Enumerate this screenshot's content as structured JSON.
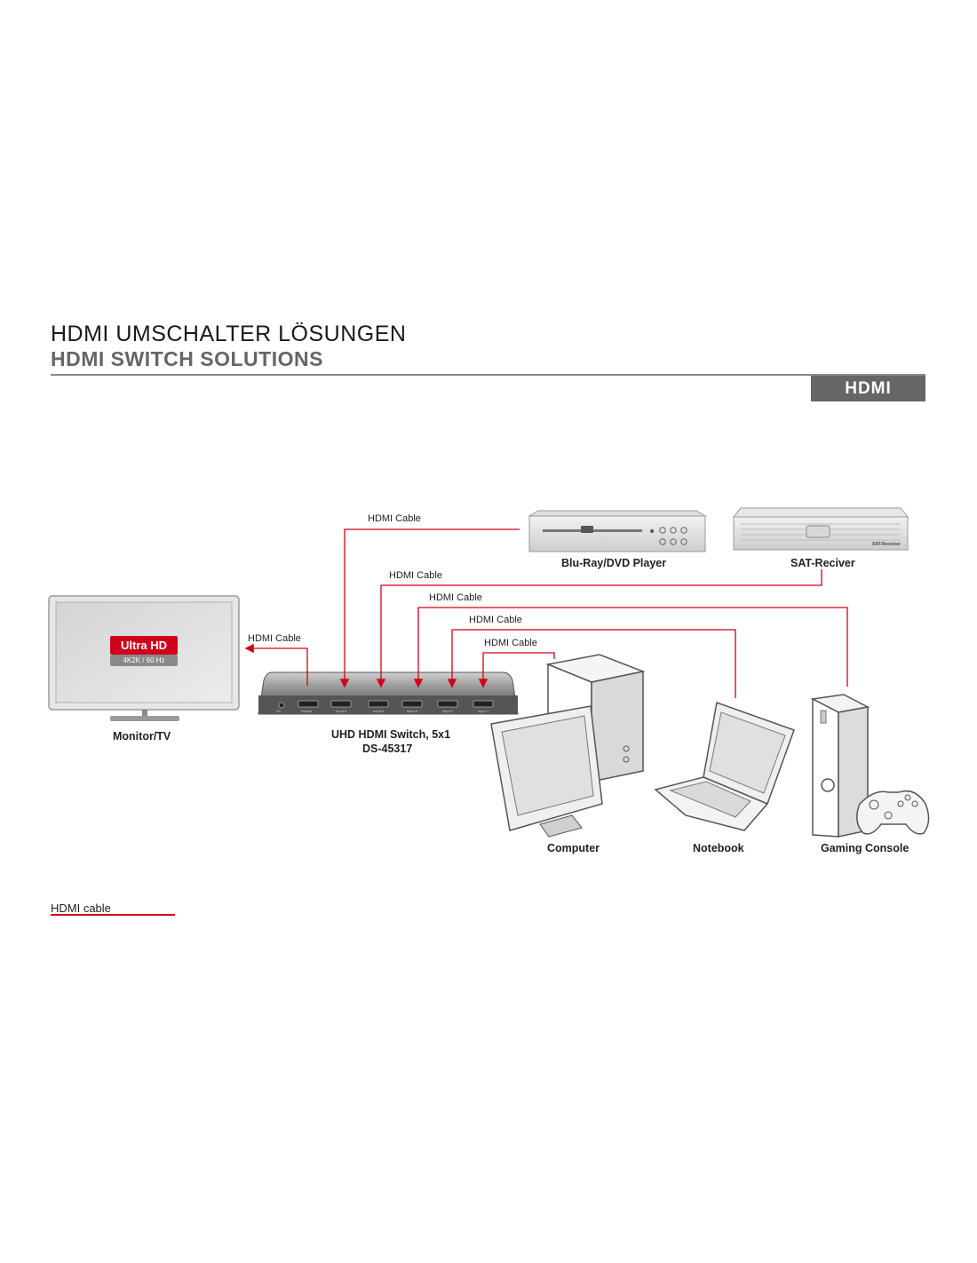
{
  "header": {
    "title_de": "HDMI UMSCHALTER LÖSUNGEN",
    "title_en": "HDMI SWITCH SOLUTIONS",
    "tab": "HDMI"
  },
  "devices": {
    "monitor": "Monitor/TV",
    "switch_name": "UHD HDMI Switch, 5x1",
    "switch_model": "DS-45317",
    "bluray": "Blu-Ray/DVD Player",
    "sat": "SAT-Reciver",
    "computer": "Computer",
    "notebook": "Notebook",
    "console": "Gaming Console"
  },
  "tv_badge": {
    "title": "Ultra HD",
    "sub": "4K2K / 60 Hz"
  },
  "sat_panel_text": "SAT-Receiver",
  "switch_ports": [
    "DC",
    "Output",
    "Input 5",
    "Input 4",
    "Input 3",
    "Input 2",
    "Input 1"
  ],
  "cable_label": "HDMI Cable",
  "legend": {
    "label": "HDMI cable"
  },
  "colors": {
    "cable": "#d0021b",
    "tab_bg": "#666666",
    "badge_red": "#d0021b"
  }
}
